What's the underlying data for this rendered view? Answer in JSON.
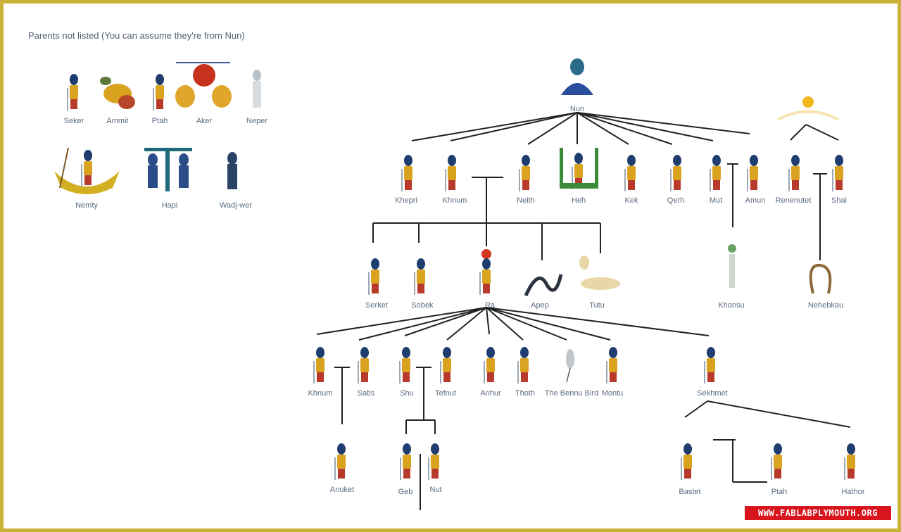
{
  "note": "Parents not listed (You can assume they're from Nun)",
  "orphans": [
    "Seker",
    "Ammit",
    "Ptah",
    "Aker",
    "Neper",
    "Nemty",
    "Hapi",
    "Wadj-wer"
  ],
  "root": "Nun",
  "gen1": [
    "Khepri",
    "Khnum",
    "Neith",
    "Heh",
    "Kek",
    "Qerh",
    "Mut",
    "Amun",
    "Renenutet",
    "Shai"
  ],
  "gen2": [
    "Serket",
    "Sobek",
    "Ra",
    "Apep",
    "Tutu",
    "Khonsu",
    "Nehebkau"
  ],
  "gen3": [
    "Khnum",
    "Satis",
    "Shu",
    "Tefnut",
    "Anhur",
    "Thoth",
    "The Bennu Bird",
    "Montu",
    "Sekhmet"
  ],
  "gen4": [
    "Anuket",
    "Geb",
    "Nut",
    "Bastet",
    "Ptah",
    "Hathor"
  ],
  "watermark": "WWW.FABLABPLYMOUTH.ORG",
  "colors": {
    "frame": "#c9b23a",
    "watermark_bg": "#d8141d"
  }
}
